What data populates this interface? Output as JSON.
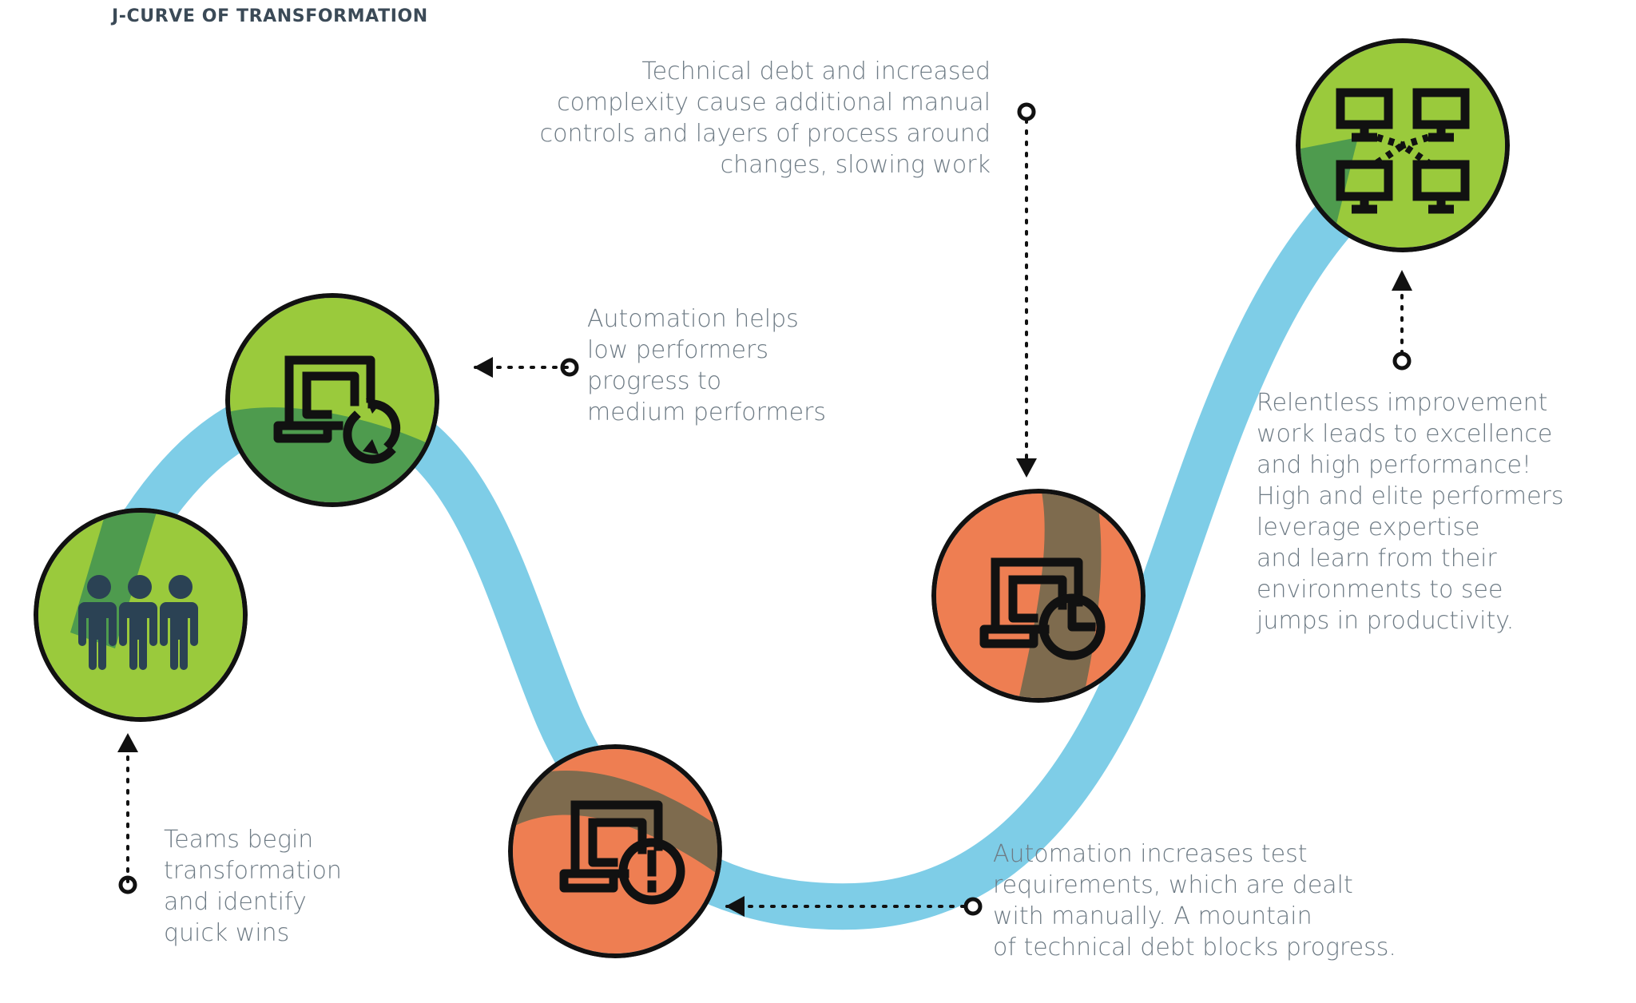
{
  "title": "J-CURVE OF TRANSFORMATION",
  "colors": {
    "green": "#9ACA3C",
    "green_shadow": "#4E9B4E",
    "orange": "#EE7E52",
    "orange_shadow": "#7E6B4E",
    "curve_blue": "#7ECDE7",
    "icon_dark": "#111111",
    "people_navy": "#2B4254",
    "note_text": "#6E7B85",
    "title_text": "#3B4A57"
  },
  "notes": [
    {
      "id": "tech-debt",
      "text": "Technical debt and increased\ncomplexity cause additional manual\ncontrols and layers of process around\nchanges, slowing work"
    },
    {
      "id": "automation-helps",
      "text": "Automation helps\nlow performers\nprogress to\nmedium performers"
    },
    {
      "id": "relentless-improvement",
      "text": "Relentless improvement\nwork leads to excellence\nand high performance!\nHigh and elite performers\nleverage expertise\nand learn from their\nenvironments to see\njumps in productivity."
    },
    {
      "id": "automation-test",
      "text": "Automation increases test\nrequirements, which are dealt\nwith manually. A mountain\nof technical debt blocks progress."
    },
    {
      "id": "teams-begin",
      "text": "Teams begin\ntransformation\nand identify\nquick wins"
    }
  ],
  "nodes": [
    {
      "id": "teams",
      "icon": "people-icon",
      "fill": "green",
      "label": "Teams begin transformation and identify quick wins"
    },
    {
      "id": "automation",
      "icon": "laptop-refresh-icon",
      "fill": "green",
      "label": "Automation helps low performers progress to medium performers"
    },
    {
      "id": "warning",
      "icon": "laptop-warning-icon",
      "fill": "orange",
      "label": "Automation increases test requirements"
    },
    {
      "id": "slowdown",
      "icon": "laptop-clock-icon",
      "fill": "orange",
      "label": "Technical debt and increased complexity"
    },
    {
      "id": "excellence",
      "icon": "network-monitors-icon",
      "fill": "green",
      "label": "Relentless improvement work leads to excellence"
    }
  ],
  "connectors": [
    {
      "id": "connector-automation-helps",
      "direction": "left",
      "dot_end": "right"
    },
    {
      "id": "connector-teams-begin",
      "direction": "up",
      "dot_end": "bottom"
    },
    {
      "id": "connector-tech-debt",
      "direction": "down",
      "dot_end": "top"
    },
    {
      "id": "connector-automation-test",
      "direction": "left",
      "dot_end": "right"
    },
    {
      "id": "connector-relentless-improvement",
      "direction": "up",
      "dot_end": "bottom"
    }
  ]
}
